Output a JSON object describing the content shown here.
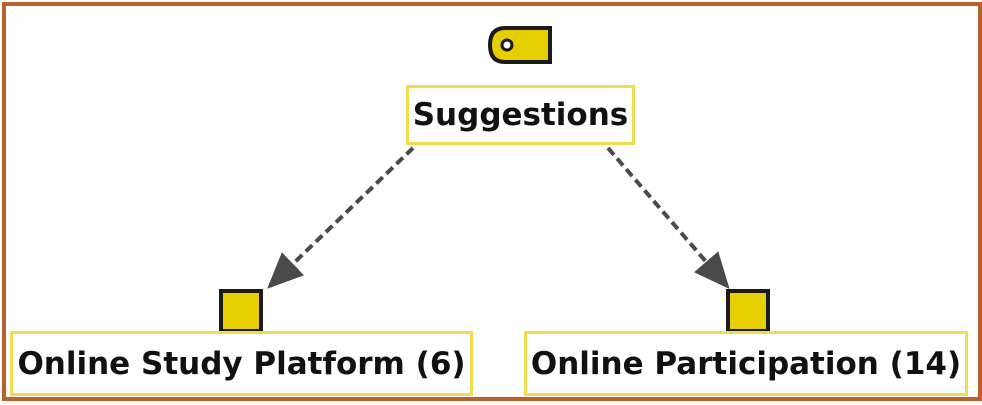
{
  "colors": {
    "frame_border": "#b9602b",
    "node_fill": "#e6cf00",
    "label_border": "#f1dc50",
    "edge": "#4a4a4a",
    "icon_outline": "#1a1a1a"
  },
  "root": {
    "label": "Suggestions",
    "icon": "tag-icon"
  },
  "children": [
    {
      "label": "Online Study Platform (6)",
      "icon": "square-node-icon"
    },
    {
      "label": "Online Participation (14)",
      "icon": "square-node-icon"
    }
  ],
  "edges": [
    {
      "from": "Suggestions",
      "to": "Online Study Platform (6)",
      "style": "dashed-arrow"
    },
    {
      "from": "Suggestions",
      "to": "Online Participation (14)",
      "style": "dashed-arrow"
    }
  ]
}
